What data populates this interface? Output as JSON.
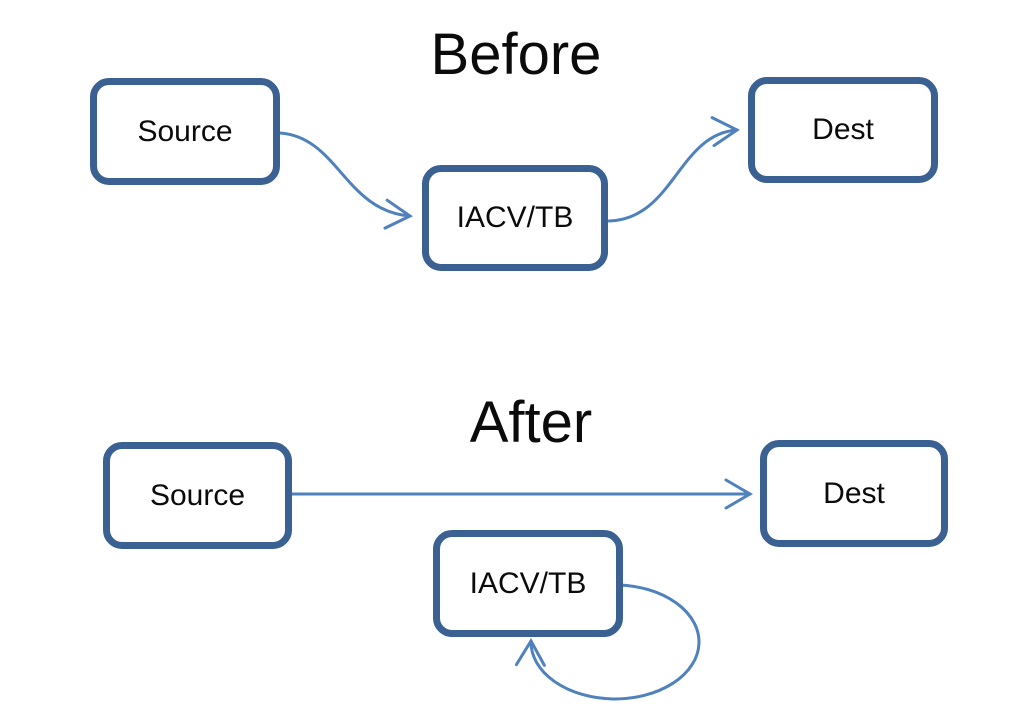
{
  "diagram": {
    "background": "#FFFFFF",
    "colors": {
      "node_border": "#3A6191",
      "arrow": "#4F81BD",
      "text": "#0B0B0B"
    },
    "sections": [
      {
        "title": "Before",
        "nodes": [
          {
            "id": "source",
            "label": "Source"
          },
          {
            "id": "iacv-tb",
            "label": "IACV/TB"
          },
          {
            "id": "dest",
            "label": "Dest"
          }
        ],
        "edges": [
          {
            "from": "source",
            "to": "iacv-tb",
            "style": "curved-arrow"
          },
          {
            "from": "iacv-tb",
            "to": "dest",
            "style": "curved-arrow"
          }
        ]
      },
      {
        "title": "After",
        "nodes": [
          {
            "id": "source",
            "label": "Source"
          },
          {
            "id": "iacv-tb",
            "label": "IACV/TB"
          },
          {
            "id": "dest",
            "label": "Dest"
          }
        ],
        "edges": [
          {
            "from": "source",
            "to": "dest",
            "style": "straight-arrow"
          },
          {
            "from": "iacv-tb",
            "to": "iacv-tb",
            "style": "self-loop-arrow"
          }
        ]
      }
    ]
  }
}
